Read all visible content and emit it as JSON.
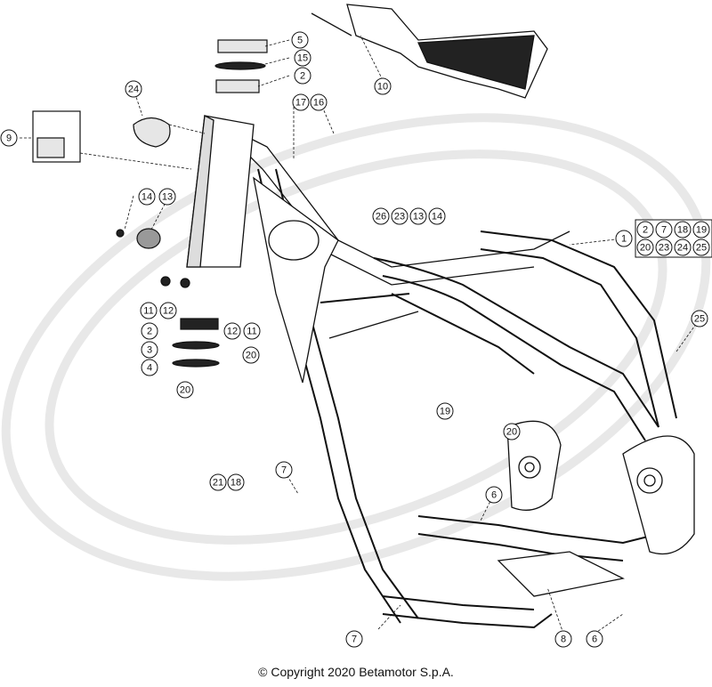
{
  "callouts": [
    {
      "id": "c5",
      "label": "5"
    },
    {
      "id": "c15",
      "label": "15"
    },
    {
      "id": "c2a",
      "label": "2"
    },
    {
      "id": "c24",
      "label": "24"
    },
    {
      "id": "c9",
      "label": "9"
    },
    {
      "id": "c17",
      "label": "17"
    },
    {
      "id": "c16",
      "label": "16"
    },
    {
      "id": "c10",
      "label": "10"
    },
    {
      "id": "c14a",
      "label": "14"
    },
    {
      "id": "c13a",
      "label": "13"
    },
    {
      "id": "c26",
      "label": "26"
    },
    {
      "id": "c23",
      "label": "23"
    },
    {
      "id": "c13b",
      "label": "13"
    },
    {
      "id": "c14b",
      "label": "14"
    },
    {
      "id": "c1",
      "label": "1"
    },
    {
      "id": "c11a",
      "label": "11"
    },
    {
      "id": "c12a",
      "label": "12"
    },
    {
      "id": "c2b",
      "label": "2"
    },
    {
      "id": "c3",
      "label": "3"
    },
    {
      "id": "c4",
      "label": "4"
    },
    {
      "id": "c12b",
      "label": "12"
    },
    {
      "id": "c11b",
      "label": "11"
    },
    {
      "id": "c20a",
      "label": "20"
    },
    {
      "id": "c20b",
      "label": "20"
    },
    {
      "id": "c19",
      "label": "19"
    },
    {
      "id": "c20c",
      "label": "20"
    },
    {
      "id": "c21",
      "label": "21"
    },
    {
      "id": "c18",
      "label": "18"
    },
    {
      "id": "c7a",
      "label": "7"
    },
    {
      "id": "c6a",
      "label": "6"
    },
    {
      "id": "c25",
      "label": "25"
    },
    {
      "id": "c7b",
      "label": "7"
    },
    {
      "id": "c8",
      "label": "8"
    },
    {
      "id": "c6b",
      "label": "6"
    }
  ],
  "kit_box": [
    "2",
    "7",
    "18",
    "19",
    "20",
    "23",
    "24",
    "25"
  ],
  "copyright": "© Copyright 2020 Betamotor S.p.A.",
  "colors": {
    "line": "#111111",
    "watermark": "#e6e6e6",
    "fill_light": "#eeeeee",
    "fill_dark": "#222222"
  }
}
